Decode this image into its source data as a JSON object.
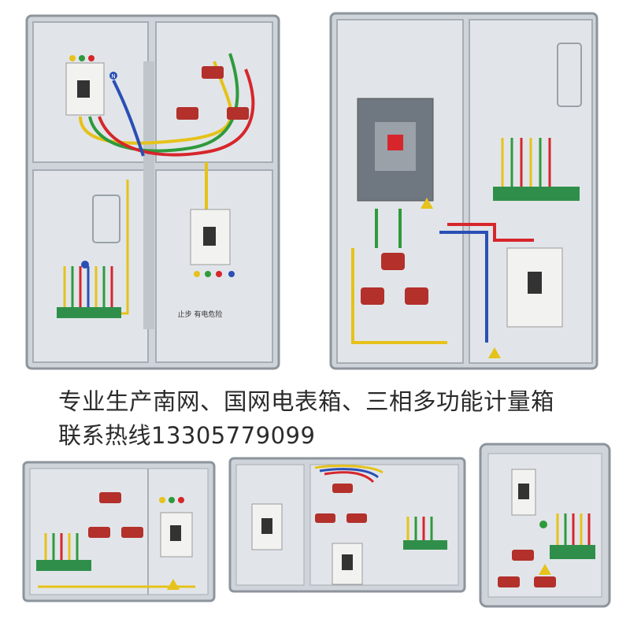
{
  "caption": {
    "line1": "专业生产南网、国网电表箱、三相多功能计量箱",
    "line2": "联系热线13305779099"
  },
  "labels": {
    "box_a_warning": "止步 有电危险",
    "phase_n": "N"
  },
  "colors": {
    "enclosure": "#d7dbe0",
    "frame": "#8d949c",
    "wire_yellow": "#e6c21a",
    "wire_green": "#2f9a3c",
    "wire_red": "#d6262c",
    "wire_blue": "#2a4fb5",
    "transformer": "#b3302b",
    "terminal_block": "#2f8f4a",
    "breaker": "#f2f2f0"
  }
}
